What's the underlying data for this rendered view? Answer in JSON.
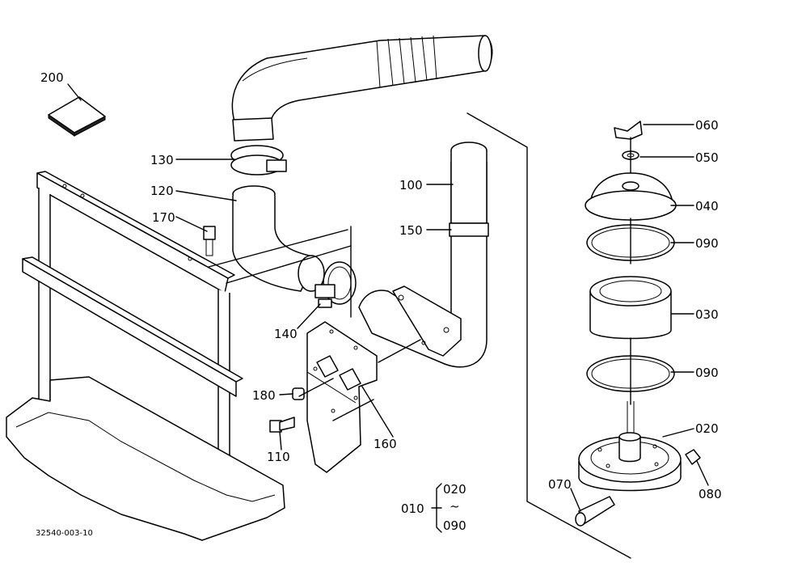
{
  "diagram": {
    "callouts": [
      {
        "id": "200",
        "text": "200"
      },
      {
        "id": "130",
        "text": "130"
      },
      {
        "id": "120",
        "text": "120"
      },
      {
        "id": "170",
        "text": "170"
      },
      {
        "id": "140",
        "text": "140"
      },
      {
        "id": "180",
        "text": "180"
      },
      {
        "id": "110",
        "text": "110"
      },
      {
        "id": "160",
        "text": "160"
      },
      {
        "id": "100",
        "text": "100"
      },
      {
        "id": "150",
        "text": "150"
      },
      {
        "id": "060",
        "text": "060"
      },
      {
        "id": "050",
        "text": "050"
      },
      {
        "id": "040",
        "text": "040"
      },
      {
        "id": "090a",
        "text": "090"
      },
      {
        "id": "030",
        "text": "030"
      },
      {
        "id": "090b",
        "text": "090"
      },
      {
        "id": "020",
        "text": "020"
      },
      {
        "id": "070",
        "text": "070"
      },
      {
        "id": "080",
        "text": "080"
      }
    ],
    "kit": {
      "parent": "010",
      "from": "020",
      "tilde": "~",
      "to": "090"
    },
    "drawing_ref": "32540-003-10"
  }
}
